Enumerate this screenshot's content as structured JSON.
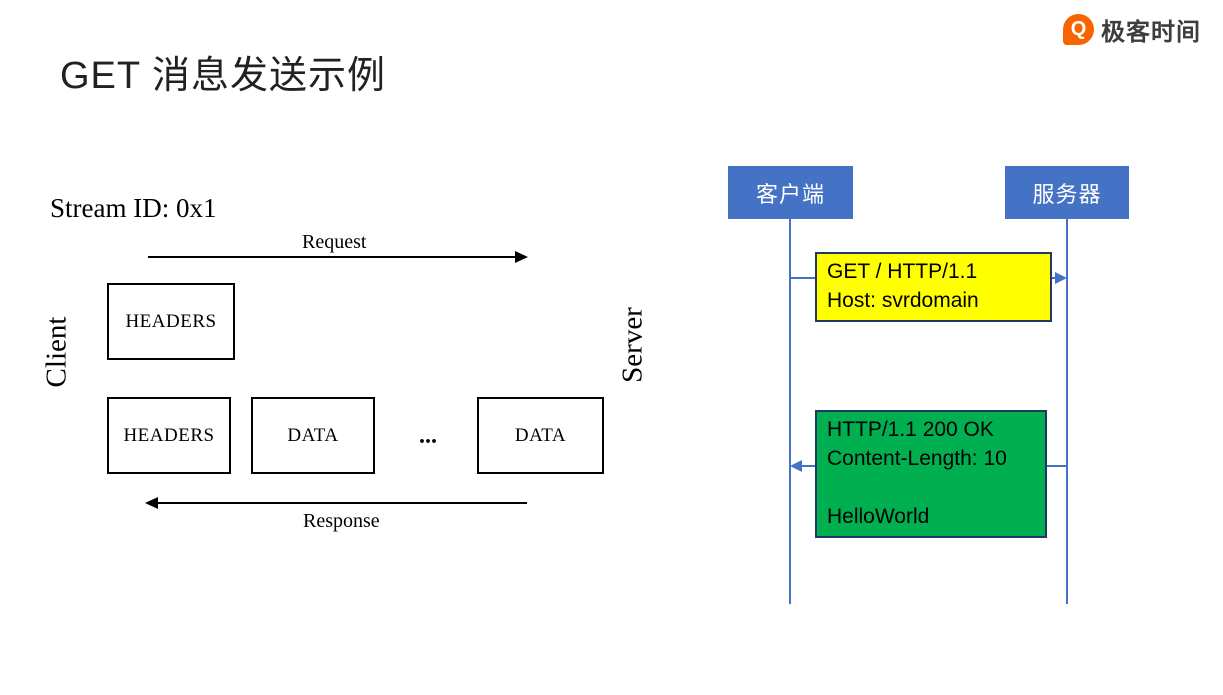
{
  "brand": {
    "name": "极客时间",
    "icon_letter": "Q"
  },
  "slide": {
    "title": "GET 消息发送示例"
  },
  "stream_diagram": {
    "stream_id": "Stream ID: 0x1",
    "client_label": "Client",
    "server_label": "Server",
    "request_label": "Request",
    "response_label": "Response",
    "row1": {
      "box1": "HEADERS"
    },
    "row2": {
      "box1": "HEADERS",
      "box2": "DATA",
      "ellipsis": "...",
      "box3": "DATA"
    }
  },
  "sequence_diagram": {
    "client_actor": "客户端",
    "server_actor": "服务器",
    "request_message": {
      "line1": "GET / HTTP/1.1",
      "line2": "Host: svrdomain"
    },
    "response_message": {
      "line1": "HTTP/1.1 200 OK",
      "line2": "Content-Length: 10",
      "line3": "",
      "line4": "HelloWorld"
    }
  },
  "colors": {
    "actor_blue": "#4472C4",
    "request_yellow": "#FFFF00",
    "response_green": "#00B050",
    "message_border_navy": "#1F3864",
    "brand_orange": "#FA6400"
  }
}
